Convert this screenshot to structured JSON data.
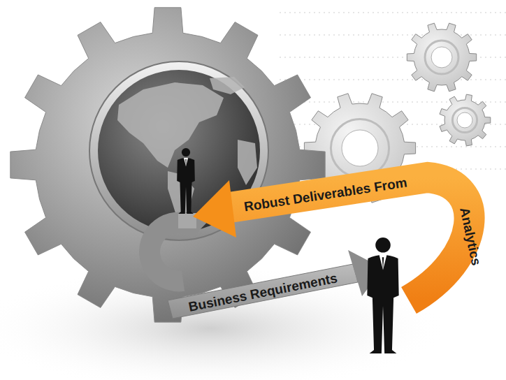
{
  "diagram": {
    "labels": [
      "Robust Deliverables From",
      "Analytics",
      "Business Requirements"
    ]
  }
}
